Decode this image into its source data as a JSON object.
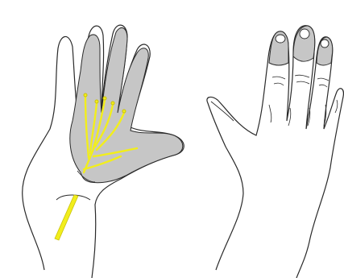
{
  "figure": {
    "panels": [
      {
        "name": "palm-view",
        "shaded_region": "median-nerve-sensory-area-palmar",
        "highlighted_structure": "median-nerve"
      },
      {
        "name": "dorsal-view",
        "shaded_region": "median-nerve-fingertips-dorsal"
      }
    ],
    "colors": {
      "outline": "#2a2a2a",
      "shaded_area": "#c6c6c6",
      "nerve": "#f2ee1c",
      "nerve_edge": "#c9c20a",
      "background": "#ffffff"
    }
  }
}
